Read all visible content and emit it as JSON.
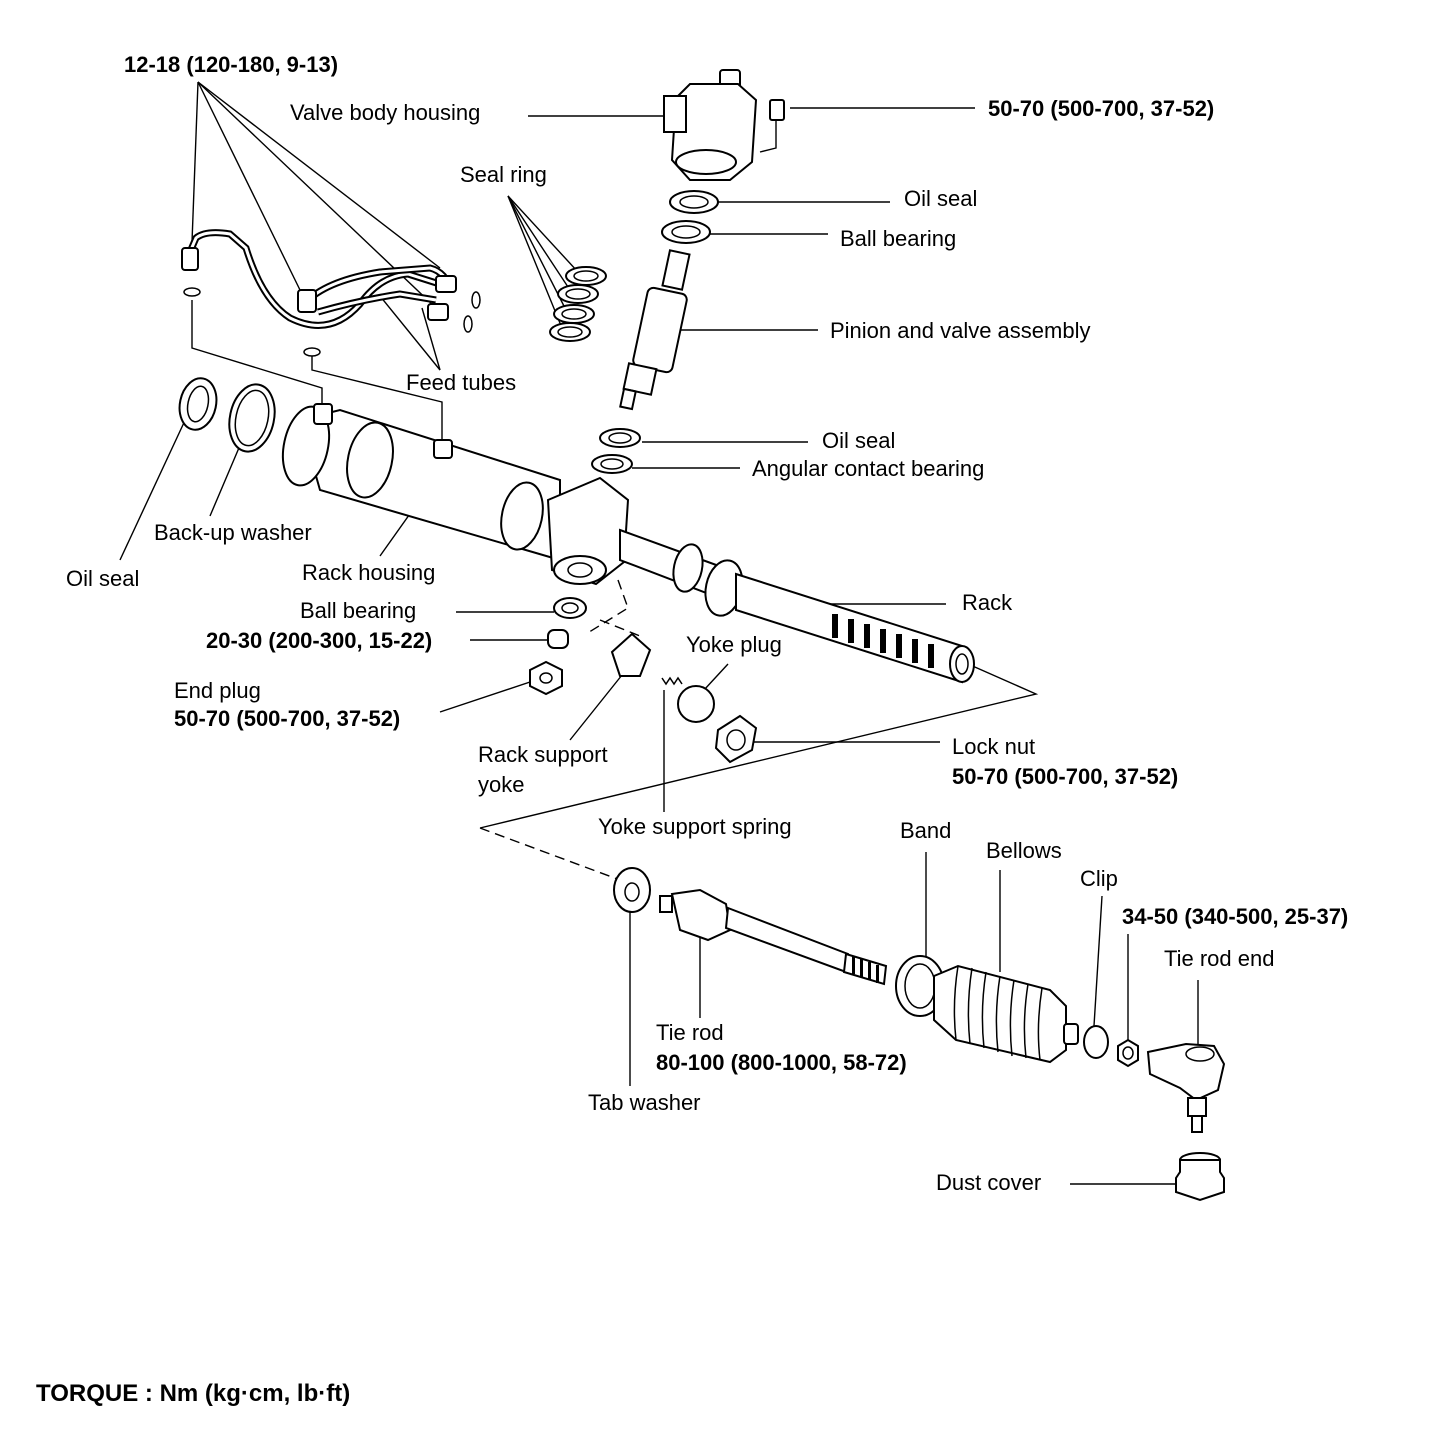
{
  "labels": {
    "feed_tube_torque": "12-18 (120-180, 9-13)",
    "valve_body_housing": "Valve body housing",
    "valve_body_torque": "50-70 (500-700, 37-52)",
    "seal_ring": "Seal ring",
    "oil_seal_upper": "Oil seal",
    "ball_bearing_upper": "Ball bearing",
    "pinion_valve_assembly": "Pinion and valve assembly",
    "feed_tubes": "Feed tubes",
    "oil_seal_middle": "Oil seal",
    "angular_contact_bearing": "Angular contact bearing",
    "back_up_washer": "Back-up washer",
    "oil_seal_left": "Oil seal",
    "rack_housing": "Rack housing",
    "rack": "Rack",
    "ball_bearing_lower": "Ball bearing",
    "ball_bearing_torque": "20-30 (200-300, 15-22)",
    "yoke_plug": "Yoke plug",
    "end_plug": "End plug",
    "end_plug_torque": "50-70 (500-700, 37-52)",
    "rack_support_yoke_line1": "Rack support",
    "rack_support_yoke_line2": "yoke",
    "lock_nut": "Lock nut",
    "lock_nut_torque": "50-70 (500-700, 37-52)",
    "yoke_support_spring": "Yoke support spring",
    "band": "Band",
    "bellows": "Bellows",
    "clip": "Clip",
    "tie_rod_end_torque": "34-50 (340-500, 25-37)",
    "tie_rod_end": "Tie rod end",
    "tie_rod": "Tie rod",
    "tie_rod_torque": "80-100 (800-1000, 58-72)",
    "tab_washer": "Tab washer",
    "dust_cover": "Dust cover"
  },
  "footer": {
    "torque_units": "TORQUE : Nm (kg·cm, lb·ft)"
  }
}
